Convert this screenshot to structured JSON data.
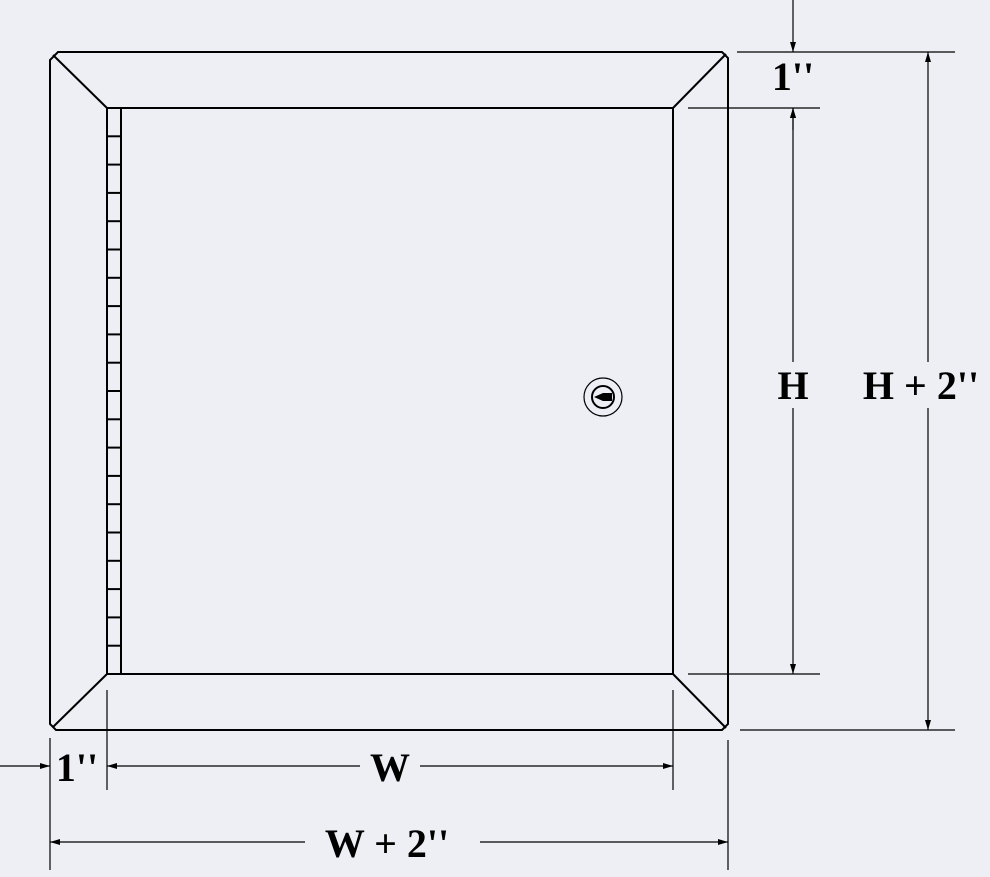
{
  "drawing": {
    "title": "Access panel dimension drawing",
    "labels": {
      "top_flange": "1''",
      "left_flange": "1''",
      "height": "H",
      "overall_height": "H + 2''",
      "width": "W",
      "overall_width": "W + 2''"
    },
    "hinge_segments": 20,
    "colors": {
      "background": "#eeeff5",
      "line": "#000000"
    }
  }
}
